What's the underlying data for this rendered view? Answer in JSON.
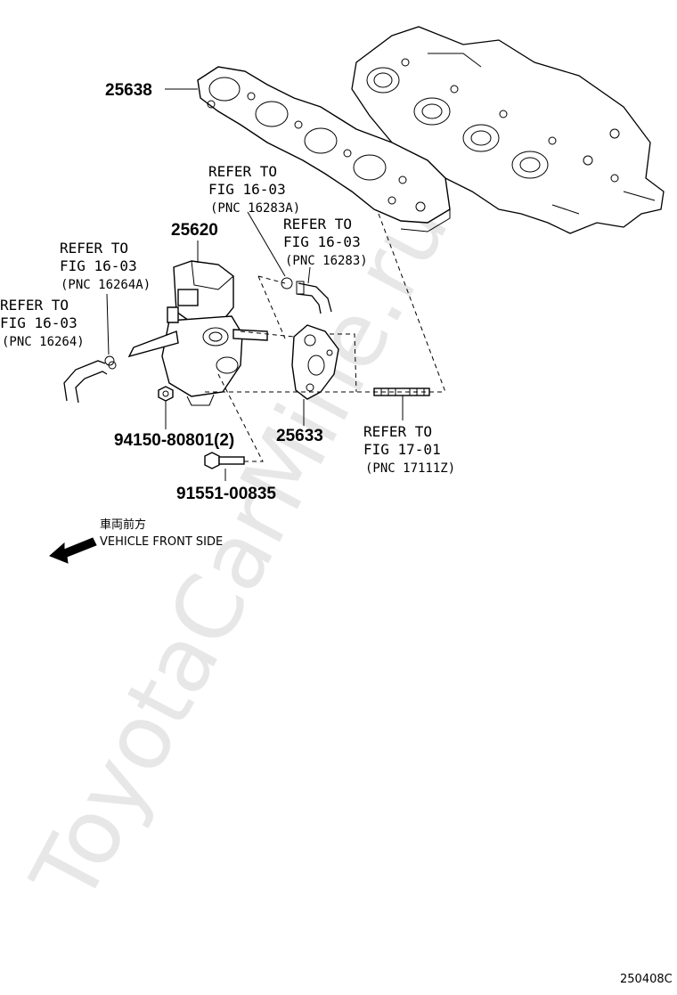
{
  "watermark": "ToyotaCarMine.ru",
  "parts": {
    "p25638": "25638",
    "p25620": "25620",
    "p25633": "25633",
    "p94150": "94150-80801(2)",
    "p91551": "91551-00835"
  },
  "refs": {
    "r16283a": {
      "line1": "REFER TO",
      "line2": "FIG 16-03",
      "line3": "(PNC 16283A)"
    },
    "r16283": {
      "line1": "REFER TO",
      "line2": "FIG 16-03",
      "line3": "(PNC 16283)"
    },
    "r16264a": {
      "line1": "REFER TO",
      "line2": "FIG 16-03",
      "line3": "(PNC 16264A)"
    },
    "r16264": {
      "line1": "REFER TO",
      "line2": "FIG 16-03",
      "line3": "(PNC 16264)"
    },
    "r17111z": {
      "line1": "REFER TO",
      "line2": "FIG 17-01",
      "line3": "(PNC 17111Z)"
    }
  },
  "direction": {
    "japanese": "車両前方",
    "english": "VEHICLE FRONT SIDE"
  },
  "diagram_code": "250408C"
}
